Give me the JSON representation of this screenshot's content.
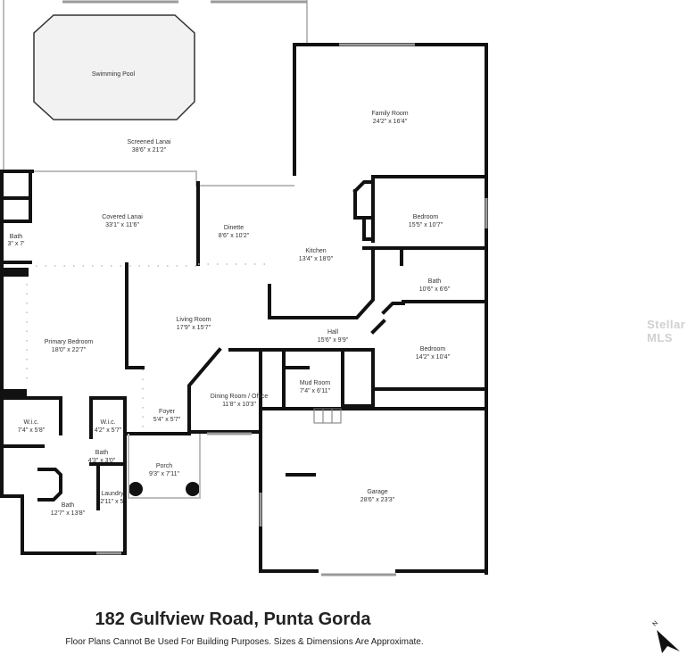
{
  "rooms": {
    "swimming_pool": {
      "name": "Swimming Pool",
      "dims": ""
    },
    "screened_lanai": {
      "name": "Screened Lanai",
      "dims": "38'6\" x 21'2\""
    },
    "family_room": {
      "name": "Family Room",
      "dims": "24'2\" x 16'4\""
    },
    "covered_lanai": {
      "name": "Covered Lanai",
      "dims": "33'1\" x 11'6\""
    },
    "bath_left": {
      "name": "Bath",
      "dims": "3\" x 7'"
    },
    "dinette": {
      "name": "Dinette",
      "dims": "8'6\" x 10'2\""
    },
    "kitchen": {
      "name": "Kitchen",
      "dims": "13'4\" x 18'0\""
    },
    "bedroom_upper": {
      "name": "Bedroom",
      "dims": "15'5\" x 10'7\""
    },
    "bath_mid": {
      "name": "Bath",
      "dims": "10'6\" x 6'6\""
    },
    "primary_bedroom": {
      "name": "Primary Bedroom",
      "dims": "18'0\" x 22'7\""
    },
    "living_room": {
      "name": "Living Room",
      "dims": "17'9\" x 15'7\""
    },
    "hall": {
      "name": "Hall",
      "dims": "15'6\" x 9'9\""
    },
    "bedroom_lower": {
      "name": "Bedroom",
      "dims": "14'2\" x 10'4\""
    },
    "dining_office": {
      "name": "Dining Room / Office",
      "dims": "11'8\" x 10'3\""
    },
    "mud_room": {
      "name": "Mud Room",
      "dims": "7'4\" x 6'11\""
    },
    "foyer": {
      "name": "Foyer",
      "dims": "5'4\" x 5'7\""
    },
    "wic_left": {
      "name": "W.i.c.",
      "dims": "7'4\" x 5'8\""
    },
    "wic_right": {
      "name": "W.i.c.",
      "dims": "4'2\" x 5'7\""
    },
    "bath_small": {
      "name": "Bath",
      "dims": "4'3\" x 3'0\""
    },
    "porch": {
      "name": "Porch",
      "dims": "9'3\" x 7'11\""
    },
    "laundry": {
      "name": "Laundry",
      "dims": "2'11\" x 5'"
    },
    "bath_primary": {
      "name": "Bath",
      "dims": "12'7\" x 13'8\""
    },
    "garage": {
      "name": "Garage",
      "dims": "28'6\" x 23'3\""
    }
  },
  "footer": {
    "address": "182 Gulfview Road, Punta Gorda",
    "disclaimer": "Floor Plans Cannot Be Used For Building Purposes. Sizes & Dimensions Are Approximate."
  },
  "watermark": "Stellar MLS",
  "compass": {
    "label": "N"
  },
  "colors": {
    "wall": "#111111",
    "line": "#bdbdbd",
    "text": "#333333"
  }
}
